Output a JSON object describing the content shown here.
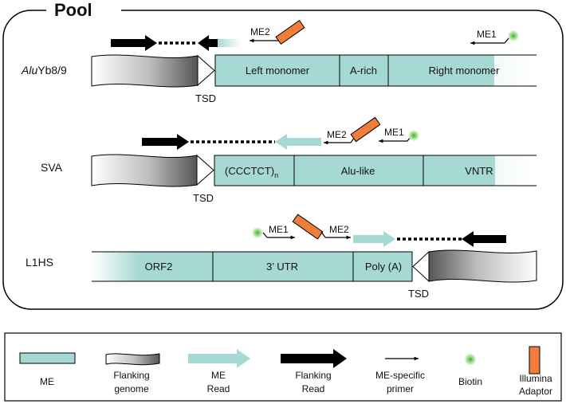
{
  "pool_title": "Pool",
  "colors": {
    "me_fill": "#a7d9d4",
    "adaptor_fill": "#f07d3a",
    "biotin_fill": "#7ccf6a",
    "read_fill": "#000000",
    "frame_stroke": "#000000"
  },
  "rows": {
    "alu": {
      "name_italic": "Alu",
      "name_rest": "Yb8/9",
      "segments": [
        "Left monomer",
        "A-rich",
        "Right monomer"
      ],
      "tsd": "TSD",
      "primer_me2": "ME2",
      "primer_me1": "ME1"
    },
    "sva": {
      "name": "SVA",
      "segment1_main": "(CCCTCT)",
      "segment1_sub": "n",
      "segments": [
        "Alu-like",
        "VNTR"
      ],
      "tsd": "TSD",
      "primer_me2": "ME2",
      "primer_me1": "ME1"
    },
    "l1": {
      "name": "L1HS",
      "segments": [
        "ORF2",
        "3’ UTR",
        "Poly (A)"
      ],
      "tsd": "TSD",
      "primer_me1": "ME1",
      "primer_me2": "ME2"
    }
  },
  "legend": {
    "items": [
      {
        "label1": "ME",
        "label2": "",
        "icon": "me-box-icon"
      },
      {
        "label1": "Flanking",
        "label2": "genome",
        "icon": "flanking-genome-icon"
      },
      {
        "label1": "ME",
        "label2": "Read",
        "icon": "me-read-arrow-icon"
      },
      {
        "label1": "Flanking",
        "label2": "Read",
        "icon": "flanking-read-arrow-icon"
      },
      {
        "label1": "ME-specific",
        "label2": "primer",
        "icon": "primer-arrow-icon"
      },
      {
        "label1": "Biotin",
        "label2": "",
        "icon": "biotin-icon"
      },
      {
        "label1": "Illumina",
        "label2": "Adaptor",
        "icon": "adaptor-icon"
      }
    ]
  }
}
